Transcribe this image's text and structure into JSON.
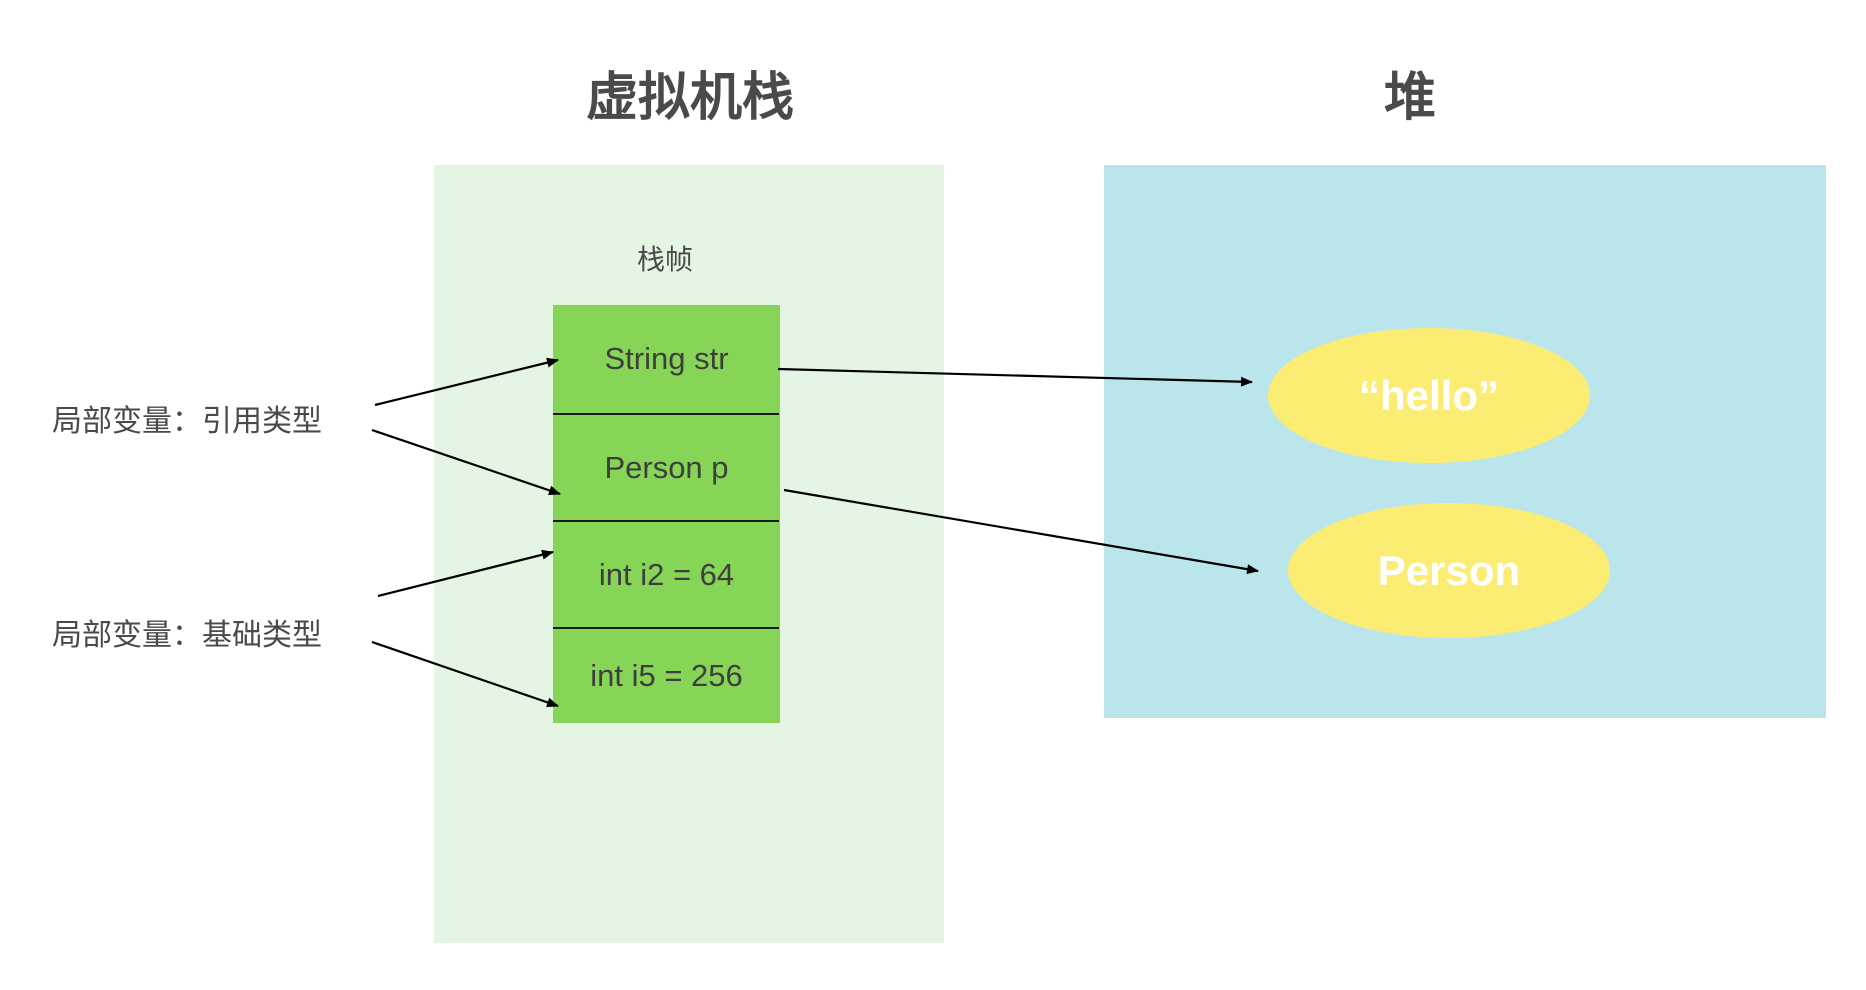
{
  "stack": {
    "title": "虚拟机栈",
    "frame_label": "栈帧",
    "slots": [
      "String str",
      "Person p",
      "int i2 = 64",
      "int i5 = 256"
    ]
  },
  "heap": {
    "title": "堆",
    "objects": [
      "“hello”",
      "Person"
    ]
  },
  "labels": {
    "reference": "局部变量：引用类型",
    "primitive": "局部变量：基础类型"
  },
  "colors": {
    "stack_background": "#e5f5e3",
    "frame_fill": "#86d556",
    "heap_background": "#bae5ea",
    "object_fill": "#fbed74"
  }
}
